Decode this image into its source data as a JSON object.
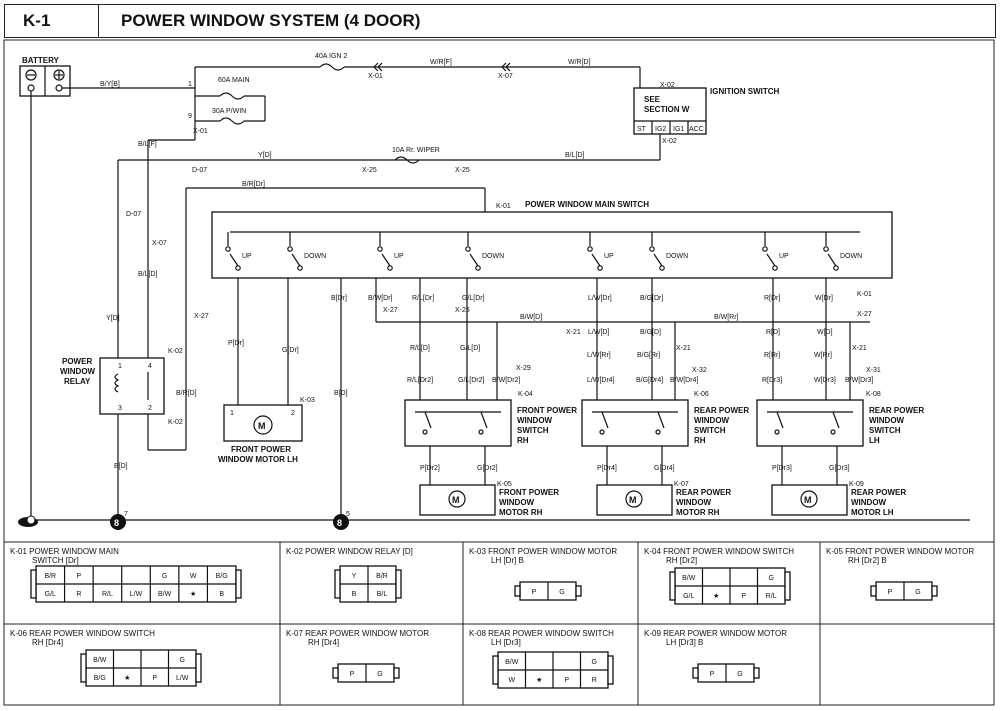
{
  "header": {
    "id": "K-1",
    "title": "POWER WINDOW SYSTEM (4 DOOR)"
  },
  "labels": {
    "battery": "BATTERY",
    "fuse_main": "60A MAIN",
    "fuse_pwin": "30A P/WIN",
    "fuse_ign2": "40A IGN 2",
    "fuse_wiper": "10A Rr. WIPER",
    "ign_switch": "IGNITION SWITCH",
    "see_section_1": "SEE",
    "see_section_2": "SECTION W",
    "ign_terms": [
      "ST",
      "IG2",
      "IG1",
      "ACC"
    ],
    "main_switch": "POWER WINDOW MAIN SWITCH",
    "relay": "POWER WINDOW RELAY",
    "motor_flh": "FRONT POWER WINDOW MOTOR LH",
    "motor_frh": "FRONT POWER WINDOW MOTOR RH",
    "motor_rrh": "REAR POWER WINDOW MOTOR RH",
    "motor_rlh": "REAR POWER WINDOW MOTOR LH",
    "sw_frh": "FRONT POWER WINDOW SWITCH RH",
    "sw_rrh": "REAR POWER WINDOW SWITCH RH",
    "sw_rlh": "REAR POWER WINDOW SWITCH LH",
    "up": "UP",
    "down": "DOWN",
    "ground_id": "8",
    "motor_letter": "M"
  },
  "wires": {
    "byb": "B/Y[B]",
    "wrf": "W/R[F]",
    "wrd": "W/R[D]",
    "blf": "B/L[F]",
    "yd": "Y[D]",
    "bld": "B/L[D]",
    "brdr": "B/R[Dr]",
    "yd2": "Y[D]",
    "brd": "B/R[D]",
    "bd": "B[D]",
    "bd2": "B[D]",
    "pdr": "P[Dr]",
    "gdr": "G[Dr]",
    "bdr": "B[Dr]",
    "bwdr": "B/W[Dr]",
    "rldr": "R/L[Dr]",
    "gldr": "G/L[Dr]",
    "lwdr": "L/W[Dr]",
    "bgdr": "B/G[Dr]",
    "rdr": "R[Dr]",
    "wdr": "W[Dr]",
    "bwd": "B/W[D]",
    "bwrr": "B/W[Rr]",
    "rld": "R/L[D]",
    "gld": "G/L[D]",
    "rldr2": "R/L[Dr2]",
    "gldr2": "G/L[Dr2]",
    "bwdr2": "B/W[Dr2]",
    "pdr2": "P[Dr2]",
    "gdr2": "G[Dr2]",
    "lwd": "L/W[D]",
    "bgd": "B/G[D]",
    "lwrr": "L/W[Rr]",
    "bgrr": "B/G[Rr]",
    "lwdr4": "L/W[Dr4]",
    "bgdr4": "B/G[Dr4]",
    "bwdr4": "B/W[Dr4]",
    "pdr4": "P[Dr4]",
    "gdr4": "G[Dr4]",
    "rd": "R[D]",
    "wd": "W[D]",
    "rrr": "R[Rr]",
    "wrr": "W[Rr]",
    "rdr3": "R[Dr3]",
    "wdr3": "W[Dr3]",
    "bwdr3": "B/W[Dr3]",
    "pdr3": "P[Dr3]",
    "gdr3": "G[Dr3]"
  },
  "connectors": {
    "x01": "X-01",
    "x07": "X-07",
    "x02": "X-02",
    "d07": "D-07",
    "x25": "X-25",
    "k01": "K-01",
    "x27": "X-27",
    "k02": "K-02",
    "k03": "K-03",
    "x21": "X-21",
    "x29": "X-29",
    "x32": "X-32",
    "x31": "X-31",
    "k04": "K-04",
    "k05": "K-05",
    "k06": "K-06",
    "k07": "K-07",
    "k08": "K-08",
    "k09": "K-09"
  },
  "connector_panels": [
    {
      "title": "K-01 POWER WINDOW MAIN SWITCH [Dr]",
      "top": [
        "B/R",
        "P",
        "",
        "",
        "G",
        "W",
        "B/G"
      ],
      "bottom": [
        "G/L",
        "R",
        "R/L",
        "L/W",
        "B/W",
        "★",
        "B"
      ]
    },
    {
      "title": "K-02 POWER WINDOW RELAY [D]",
      "top": [
        "Y",
        "B/R"
      ],
      "bottom": [
        "B",
        "B/L"
      ]
    },
    {
      "title": "K-03 FRONT POWER WINDOW MOTOR LH [Dr] B",
      "top": [
        "P",
        "G"
      ],
      "bottom": []
    },
    {
      "title": "K-04 FRONT POWER WINDOW SWITCH RH [Dr2]",
      "top": [
        "B/W",
        "",
        "",
        "G"
      ],
      "bottom": [
        "G/L",
        "★",
        "P",
        "R/L"
      ]
    },
    {
      "title": "K-05 FRONT POWER WINDOW MOTOR RH [Dr2] B",
      "top": [
        "P",
        "G"
      ],
      "bottom": []
    },
    {
      "title": "K-06 REAR POWER WINDOW SWITCH RH [Dr4]",
      "top": [
        "B/W",
        "",
        "",
        "G"
      ],
      "bottom": [
        "B/G",
        "★",
        "P",
        "L/W"
      ]
    },
    {
      "title": "K-07 REAR POWER WINDOW MOTOR RH [Dr4]",
      "top": [
        "P",
        "G"
      ],
      "bottom": []
    },
    {
      "title": "K-08 REAR POWER WINDOW SWITCH LH [Dr3]",
      "top": [
        "B/W",
        "",
        "",
        "G"
      ],
      "bottom": [
        "W",
        "★",
        "P",
        "R"
      ]
    },
    {
      "title": "K-09 REAR POWER WINDOW MOTOR LH [Dr3] B",
      "top": [
        "P",
        "G"
      ],
      "bottom": []
    }
  ]
}
